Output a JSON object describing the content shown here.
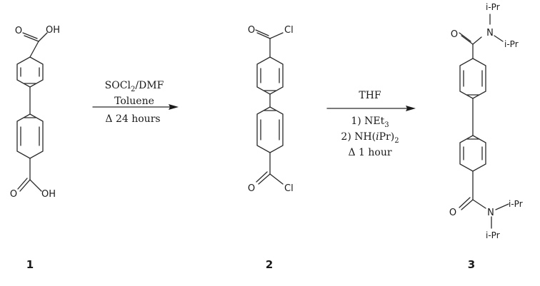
{
  "compounds": [
    {
      "number": "1",
      "top_group": {
        "o": "O",
        "x": "OH"
      },
      "bottom_group": {
        "o": "O",
        "x": "OH"
      }
    },
    {
      "number": "2",
      "top_group": {
        "o": "O",
        "x": "Cl"
      },
      "bottom_group": {
        "o": "O",
        "x": "Cl"
      }
    },
    {
      "number": "3",
      "top_group": {
        "o": "O",
        "n": "N",
        "r1": "i-Pr",
        "r2": "i-Pr"
      },
      "bottom_group": {
        "o": "O",
        "n": "N",
        "r1": "i-Pr",
        "r2": "i-Pr"
      }
    }
  ],
  "step1": {
    "reagent": "SOCl",
    "reagent_sub": "2",
    "reagent_rest": "/DMF",
    "solvent": "Toluene",
    "condition": "Δ 24 hours"
  },
  "step2": {
    "solvent": "THF",
    "step_a_prefix": "1) NEt",
    "step_a_sub": "3",
    "step_b_prefix": "2) NH(",
    "step_b_italic": "i",
    "step_b_mid": "Pr)",
    "step_b_sub": "2",
    "condition": "Δ 1 hour"
  },
  "colors": {
    "ink": "#1a1a1a",
    "background": "#ffffff"
  }
}
